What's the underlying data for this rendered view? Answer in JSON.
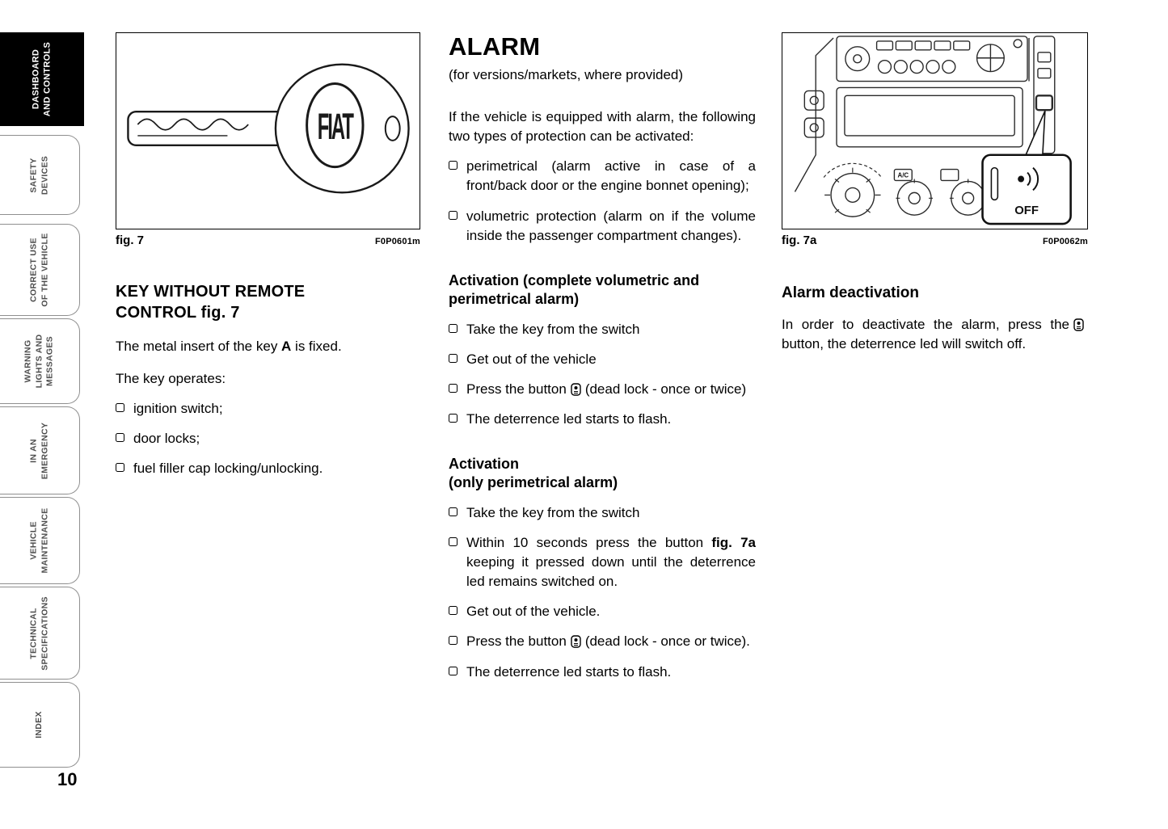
{
  "page": {
    "number": "10"
  },
  "sidebar": {
    "tabs": [
      {
        "lines": [
          "DASHBOARD",
          "AND CONTROLS"
        ]
      },
      {
        "lines": [
          "SAFETY",
          "DEVICES"
        ]
      },
      {
        "lines": [
          "CORRECT USE",
          "OF THE VEHICLE"
        ]
      },
      {
        "lines": [
          "WARNING",
          "LIGHTS AND",
          "MESSAGES"
        ]
      },
      {
        "lines": [
          "IN AN",
          "EMERGENCY"
        ]
      },
      {
        "lines": [
          "VEHICLE",
          "MAINTENANCE"
        ]
      },
      {
        "lines": [
          "TECHNICAL",
          "SPECIFICATIONS"
        ]
      },
      {
        "lines": [
          "INDEX"
        ]
      }
    ]
  },
  "left": {
    "figure": {
      "caption": "fig. 7",
      "code": "F0P0601m",
      "logo_text": "FIAT"
    },
    "heading_line1": "KEY WITHOUT REMOTE",
    "heading_line2": "CONTROL fig. 7",
    "para1_pre": "The metal insert of the key ",
    "para1_bold": "A",
    "para1_post": " is fixed.",
    "para2": "The key operates:",
    "bullets": [
      "ignition switch;",
      "door locks;",
      "fuel filler cap locking/unlocking."
    ]
  },
  "middle": {
    "title": "ALARM",
    "subtitle": "(for versions/markets, where provided)",
    "intro": "If the vehicle is equipped with alarm, the following two types of protection can be activated:",
    "intro_bullets": [
      "perimetrical (alarm active in case of a front/back door or the engine bonnet opening);",
      "volumetric protection (alarm on if the volume inside the passenger compartment changes)."
    ],
    "section1": {
      "heading": "Activation (complete volumetric and perimetrical alarm)",
      "item1": "Take the key from the switch",
      "item2": "Get out of the vehicle",
      "item3_pre": "Press the button",
      "item3_post": "(dead lock - once or twice)",
      "item4": "The deterrence led starts to flash."
    },
    "section2": {
      "heading_line1": "Activation",
      "heading_line2": "(only perimetrical alarm)",
      "item1": "Take the key from the switch",
      "item2_pre": "Within 10 seconds press the button ",
      "item2_bold": "fig. 7a",
      "item2_post": " keeping it pressed down until the deterrence led remains switched on.",
      "item3": "Get out of the vehicle.",
      "item4_pre": "Press the button",
      "item4_post": "(dead lock - once or twice).",
      "item5": "The deterrence led starts to flash."
    }
  },
  "right": {
    "figure": {
      "caption": "fig. 7a",
      "code": "F0P0062m",
      "off_label": "OFF",
      "ac_label": "A/C"
    },
    "heading": "Alarm deactivation",
    "para_pre": "In order to deactivate the alarm, press the",
    "para_post": "button, the deterrence led will switch off."
  }
}
